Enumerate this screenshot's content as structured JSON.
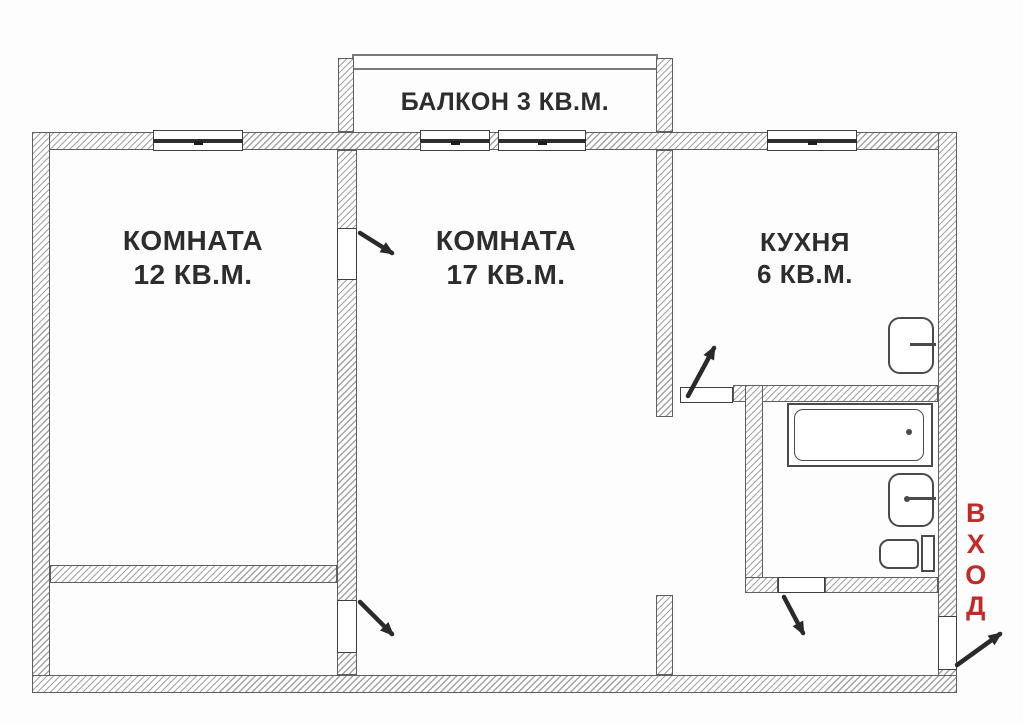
{
  "rooms": {
    "balcony": {
      "label": "БАЛКОН 3 КВ.М."
    },
    "room_12": {
      "name": "КОМНАТА",
      "area": "12 КВ.М."
    },
    "room_17": {
      "name": "КОМНАТА",
      "area": "17 КВ.М."
    },
    "kitchen": {
      "name": "КУХНЯ",
      "area": "6 КВ.М."
    },
    "entrance": {
      "label": "ВХОД"
    }
  },
  "fixtures": [
    {
      "name": "stove-icon",
      "room": "kitchen"
    },
    {
      "name": "bathtub-icon",
      "room": "bathroom"
    },
    {
      "name": "sink-icon",
      "room": "bathroom"
    },
    {
      "name": "toilet-icon",
      "room": "bathroom"
    }
  ],
  "windows": [
    {
      "name": "window-room-12"
    },
    {
      "name": "window-balcony-left"
    },
    {
      "name": "window-balcony-right"
    },
    {
      "name": "window-kitchen"
    }
  ],
  "colors": {
    "wall_outline": "#5f5f5f",
    "wall_hatch": "#a3a3a3",
    "line": "#4a4a4a",
    "text": "#2d2d2d",
    "entrance_red": "#c62828",
    "background": "#fdfdfd"
  }
}
